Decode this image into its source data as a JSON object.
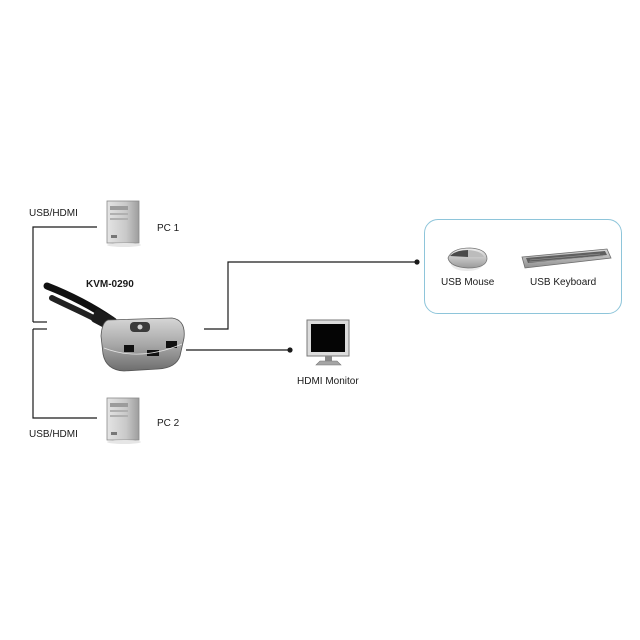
{
  "diagram": {
    "model": "KVM-0290",
    "pc1": {
      "name": "PC 1",
      "connection": "USB/HDMI"
    },
    "pc2": {
      "name": "PC 2",
      "connection": "USB/HDMI"
    },
    "monitor": {
      "name": "HDMI Monitor"
    },
    "peripherals": {
      "mouse": "USB Mouse",
      "keyboard": "USB Keyboard"
    }
  },
  "colors": {
    "line": "#1a1a1a",
    "box_border": "#8ec5da",
    "tower": "#c8c8c8",
    "kvm_body": "#a9a9a9",
    "cable": "#111111"
  }
}
